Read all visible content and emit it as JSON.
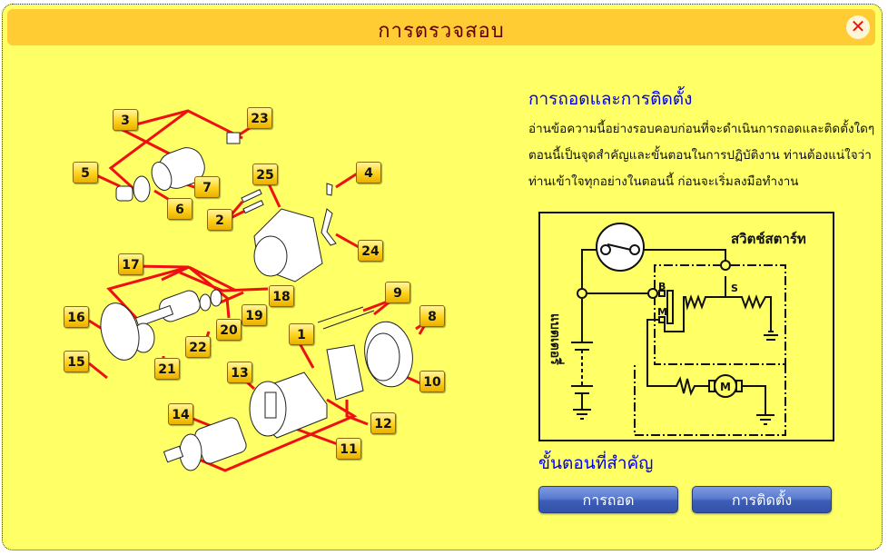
{
  "window": {
    "title": "การตรวจสอบ",
    "close_icon": "close-x-icon",
    "colors": {
      "panel": "#ffff66",
      "titlebar": "#ffcc33",
      "title_text": "#660000",
      "heading": "#0000ee",
      "leader": "#ee1111"
    }
  },
  "section": {
    "title": "การถอดและการติดตั้ง",
    "description_lines": [
      "อ่านข้อความนี้อย่างรอบคอบก่อนที่จะดำเนินการถอดและติดตั้งใดๆ",
      "ตอนนี้เป็นจุดสำคัญและขั้นตอนในการปฏิบัติงาน ท่านต้องแน่ใจว่า",
      "ท่านเข้าใจทุกอย่างในตอนนี้ ก่อนจะเริ่มลงมือทำงาน"
    ]
  },
  "circuit": {
    "switch_label": "สวิตช์สตาร์ท",
    "battery_label": "แบตเตอรี่",
    "terminal_b": "B",
    "terminal_m": "M",
    "terminal_s": "S",
    "motor_label": "M"
  },
  "steps": {
    "title": "ขั้นตอนที่สำคัญ",
    "remove_label": "การถอด",
    "install_label": "การติดตั้ง"
  },
  "part_labels": [
    "1",
    "2",
    "3",
    "4",
    "5",
    "6",
    "7",
    "8",
    "9",
    "10",
    "11",
    "12",
    "13",
    "14",
    "15",
    "16",
    "17",
    "18",
    "19",
    "20",
    "21",
    "22",
    "23",
    "24",
    "25"
  ]
}
